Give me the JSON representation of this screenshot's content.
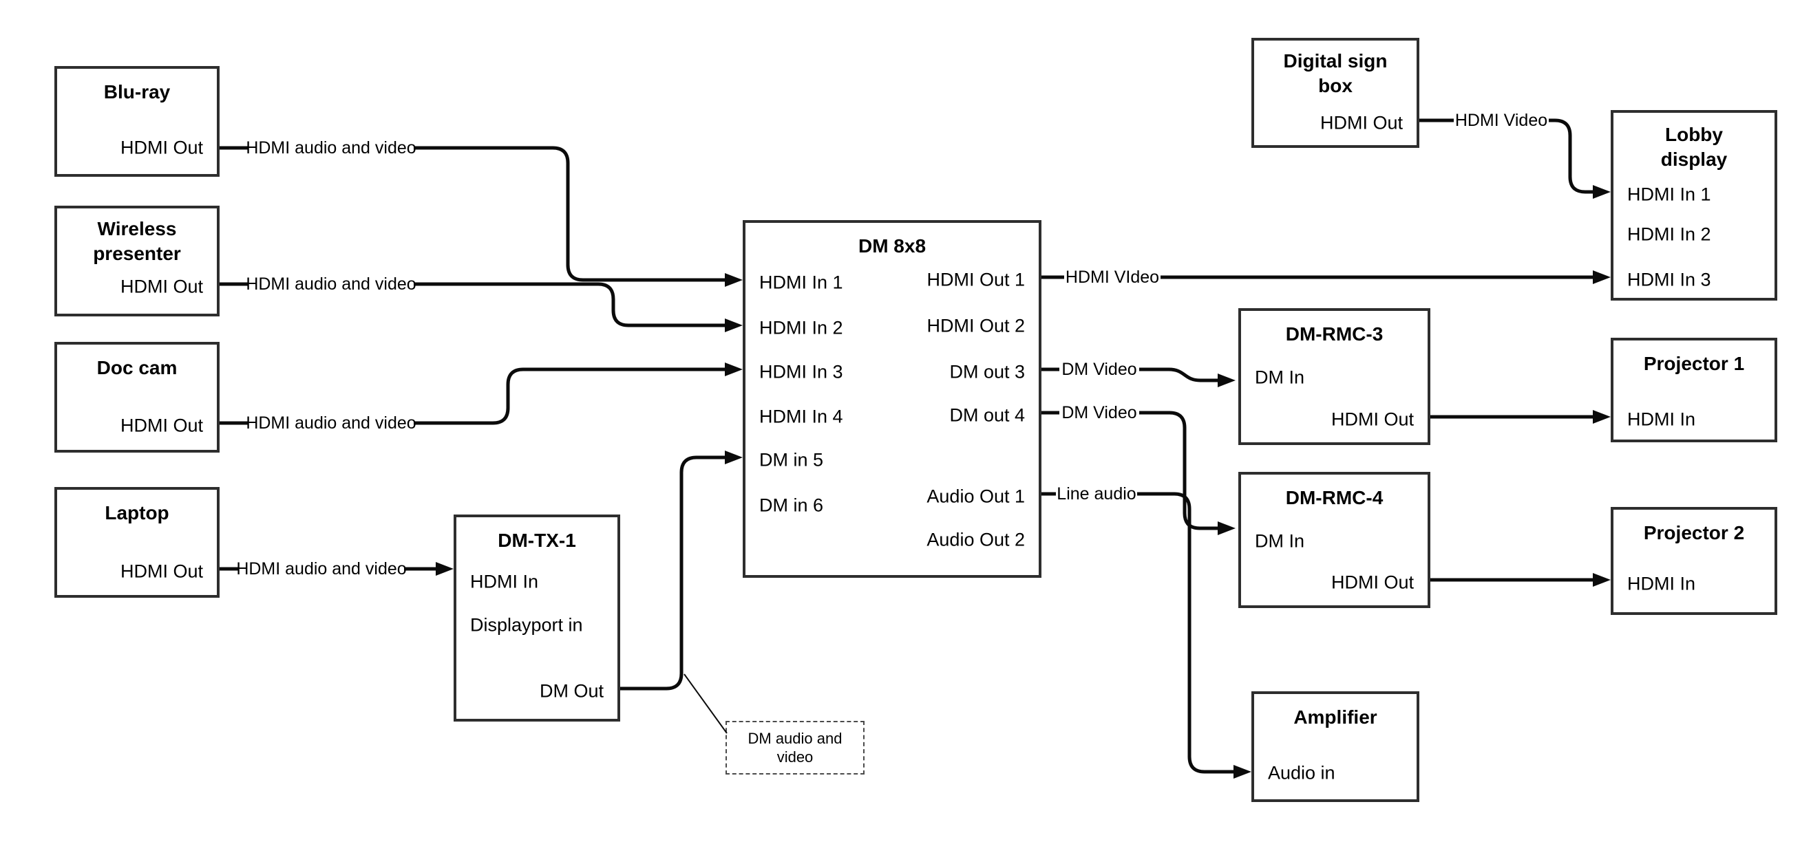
{
  "boxes": {
    "bluray": {
      "title": "Blu-ray",
      "port": "HDMI Out"
    },
    "wireless": {
      "title": "Wireless presenter",
      "port": "HDMI Out"
    },
    "doccam": {
      "title": "Doc cam",
      "port": "HDMI Out"
    },
    "laptop": {
      "title": "Laptop",
      "port": "HDMI Out"
    },
    "dmtx1": {
      "title": "DM-TX-1",
      "port_hdmi_in": "HDMI In",
      "port_dp_in": "Displayport in",
      "port_dm_out": "DM Out"
    },
    "dm8x8": {
      "title": "DM 8x8",
      "inputs": [
        "HDMI In 1",
        "HDMI In 2",
        "HDMI In 3",
        "HDMI In 4",
        "DM in 5",
        "DM in 6"
      ],
      "outputs": [
        "HDMI Out 1",
        "HDMI Out 2",
        "DM out 3",
        "DM out 4",
        "Audio Out 1",
        "Audio Out 2"
      ]
    },
    "signbox": {
      "title": "Digital sign box",
      "port": "HDMI Out"
    },
    "lobby": {
      "title": "Lobby display",
      "inputs": [
        "HDMI In 1",
        "HDMI In 2",
        "HDMI In 3"
      ]
    },
    "dmrmc3": {
      "title": "DM-RMC-3",
      "port_dm_in": "DM In",
      "port_hdmi_out": "HDMI Out"
    },
    "proj1": {
      "title": "Projector 1",
      "port": "HDMI In"
    },
    "dmrmc4": {
      "title": "DM-RMC-4",
      "port_dm_in": "DM In",
      "port_hdmi_out": "HDMI Out"
    },
    "proj2": {
      "title": "Projector 2",
      "port": "HDMI In"
    },
    "amp": {
      "title": "Amplifier",
      "port": "Audio in"
    }
  },
  "connections": {
    "bluray_dm8x8": {
      "label": "HDMI audio and video"
    },
    "wireless_dm8x8": {
      "label": "HDMI audio and video"
    },
    "doccam_dm8x8": {
      "label": "HDMI audio and video"
    },
    "laptop_dmtx1": {
      "label": "HDMI audio and video"
    },
    "dm8x8_lobby": {
      "label": "HDMI VIdeo"
    },
    "dm8x8_dmrmc3": {
      "label": "DM Video"
    },
    "dm8x8_dmrmc4": {
      "label": "DM Video"
    },
    "dm8x8_amp": {
      "label": "Line audio"
    },
    "signbox_lobby": {
      "label": "HDMI Video"
    }
  },
  "annotation": {
    "text": "DM audio and video"
  },
  "colors": {
    "background": "#ffffff",
    "box_border": "#2e2e2e",
    "wire": "#0b0b0b",
    "text": "#000000"
  }
}
